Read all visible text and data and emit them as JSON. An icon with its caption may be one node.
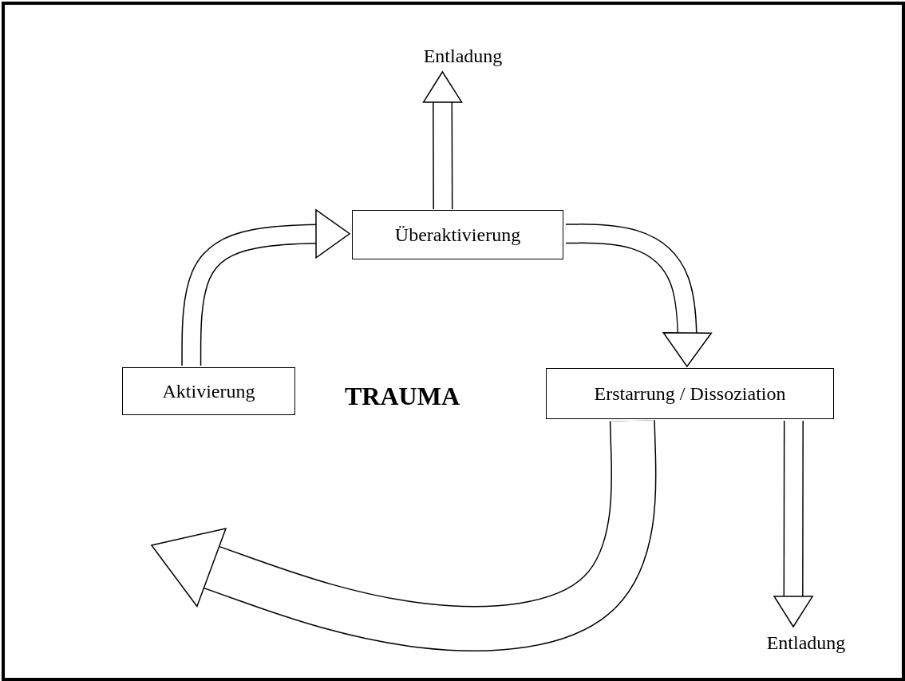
{
  "diagram": {
    "nodes": [
      {
        "text": [
          "Entladung"
        ]
      },
      {
        "text": [
          "Überaktivierung"
        ]
      },
      {
        "text": [
          "Erstarrung / Dissoziation"
        ]
      },
      {
        "text": [
          "Aktivierung"
        ]
      },
      {
        "text": [
          "Entladung"
        ]
      }
    ],
    "edges": [
      {
        "from": 1,
        "to": 0,
        "arrow": "to"
      },
      {
        "from": 3,
        "to": 1,
        "arrow": "to"
      },
      {
        "from": 1,
        "to": 2,
        "arrow": "to"
      },
      {
        "from": 2,
        "to": 3,
        "arrow": "to",
        "style": "thick"
      },
      {
        "from": 2,
        "to": 4,
        "arrow": "to"
      }
    ],
    "labels": [
      "TRAUMA"
    ]
  }
}
